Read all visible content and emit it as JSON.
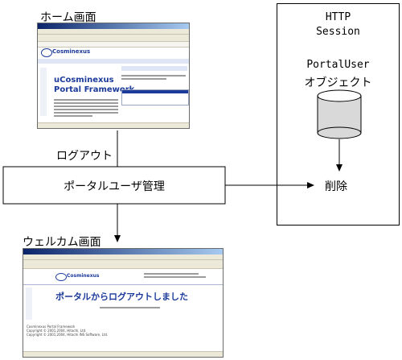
{
  "labels": {
    "home_screen": "ホーム画面",
    "welcome_screen": "ウェルカム画面",
    "logout": "ログアウト",
    "portal_user_management": "ポータルユーザ管理",
    "http_session_line1": "HTTP",
    "http_session_line2": "Session",
    "portal_user_object_line1": "PortalUser",
    "portal_user_object_line2": "オブジェクト",
    "delete": "削除"
  },
  "home_thumbnail": {
    "brand": "Cosminexus",
    "product_line1": "uCosminexus",
    "product_line2": "Portal Framework"
  },
  "welcome_thumbnail": {
    "brand": "Cosminexus",
    "headline": "ポータルからログアウトしました",
    "footer1": "Cosminexus Portal Framework",
    "footer2": "Copyright © 2001,2004, Hitachi, Ltd.",
    "footer3": "Copyright © 2001,2004, Hitachi INS Software, Ltd."
  },
  "colors": {
    "line": "#000000",
    "cylinder_fill": "#d9d9d9",
    "headline_blue": "#1b3a9a"
  }
}
